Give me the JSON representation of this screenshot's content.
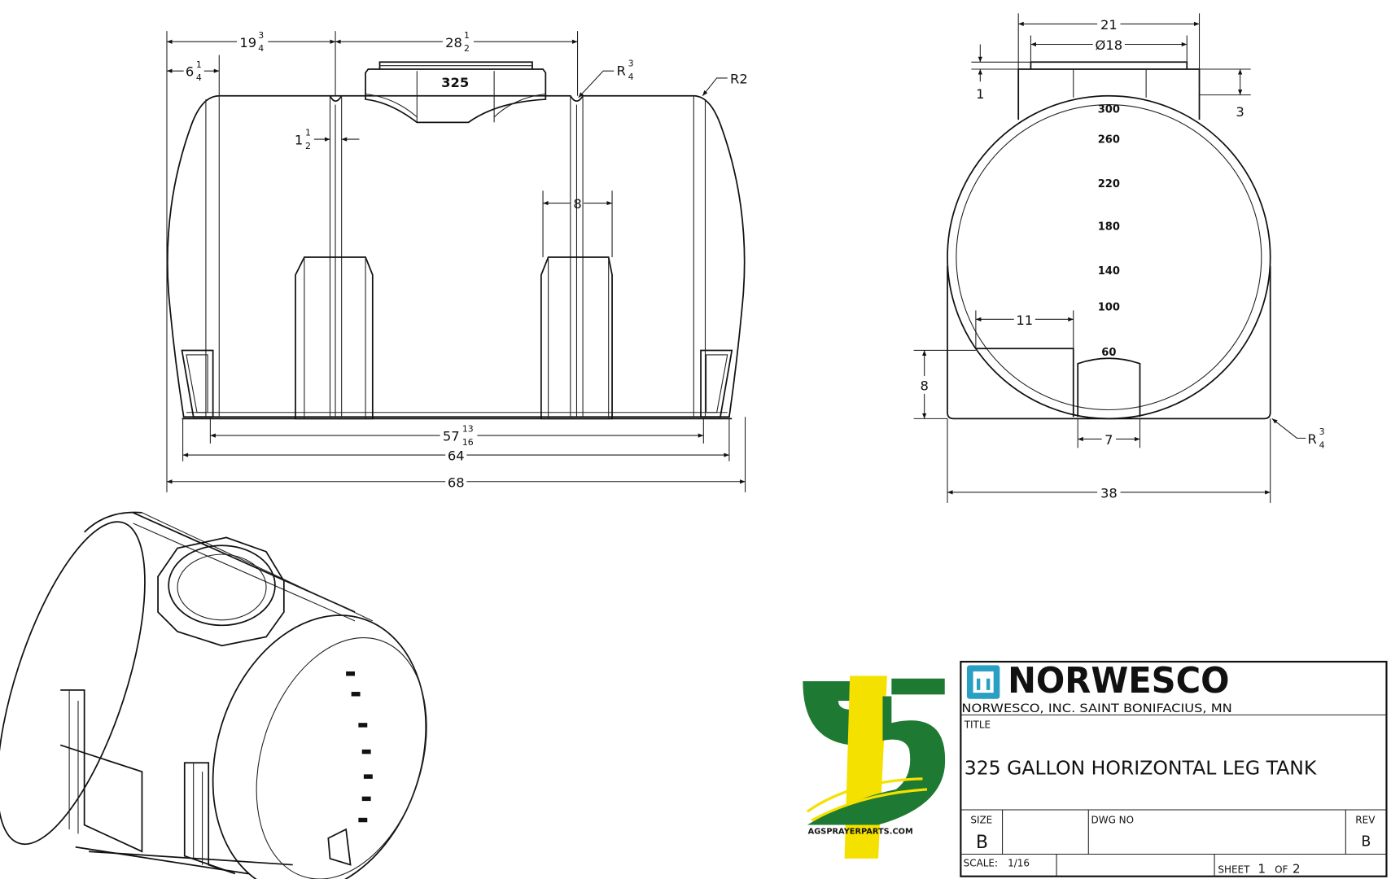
{
  "front_view": {
    "dims": {
      "overall_top_left": {
        "whole": "19",
        "num": "3",
        "den": "4"
      },
      "overall_top_mid": {
        "whole": "28",
        "num": "1",
        "den": "2"
      },
      "end_offset": {
        "whole": "6",
        "num": "1",
        "den": "4"
      },
      "groove_width": {
        "whole": "1",
        "num": "1",
        "den": "2"
      },
      "groove_radius": {
        "prefix": "R",
        "num": "3",
        "den": "4"
      },
      "end_radius": "R2",
      "leg_width": "8",
      "leg_span": {
        "whole": "57",
        "num": "13",
        "den": "16"
      },
      "base_length": "64",
      "overall_length": "68"
    },
    "lid_label": "325"
  },
  "side_view": {
    "dims": {
      "cap_outer": "21",
      "cap_diameter": "Ø18",
      "cap_offset": "1",
      "cap_height": "3",
      "saddle_width": "11",
      "saddle_height": "8",
      "notch_width": "7",
      "overall_width": "38",
      "foot_radius": {
        "prefix": "R",
        "num": "3",
        "den": "4"
      }
    },
    "gallon_marks": [
      "300",
      "260",
      "220",
      "180",
      "140",
      "100",
      "60"
    ]
  },
  "logo": {
    "brand_text": "AGSPRAYERPARTS.COM",
    "colors": {
      "green": "#1e7a32",
      "yellow": "#f5e100"
    }
  },
  "title_block": {
    "company_logo": "NORWESCO",
    "company_line": "NORWESCO, INC.  SAINT BONIFACIUS, MN",
    "title_label": "TITLE",
    "title": "325 GALLON HORIZONTAL LEG TANK",
    "size_label": "SIZE",
    "size": "B",
    "dwg_no_label": "DWG NO",
    "rev_label": "REV",
    "rev": "B",
    "scale_label": "SCALE:",
    "scale": "1/16",
    "sheet_label": "SHEET",
    "sheet": "1",
    "of_label": "OF",
    "sheet_total": "2",
    "logo_color": "#2a9fc4"
  }
}
